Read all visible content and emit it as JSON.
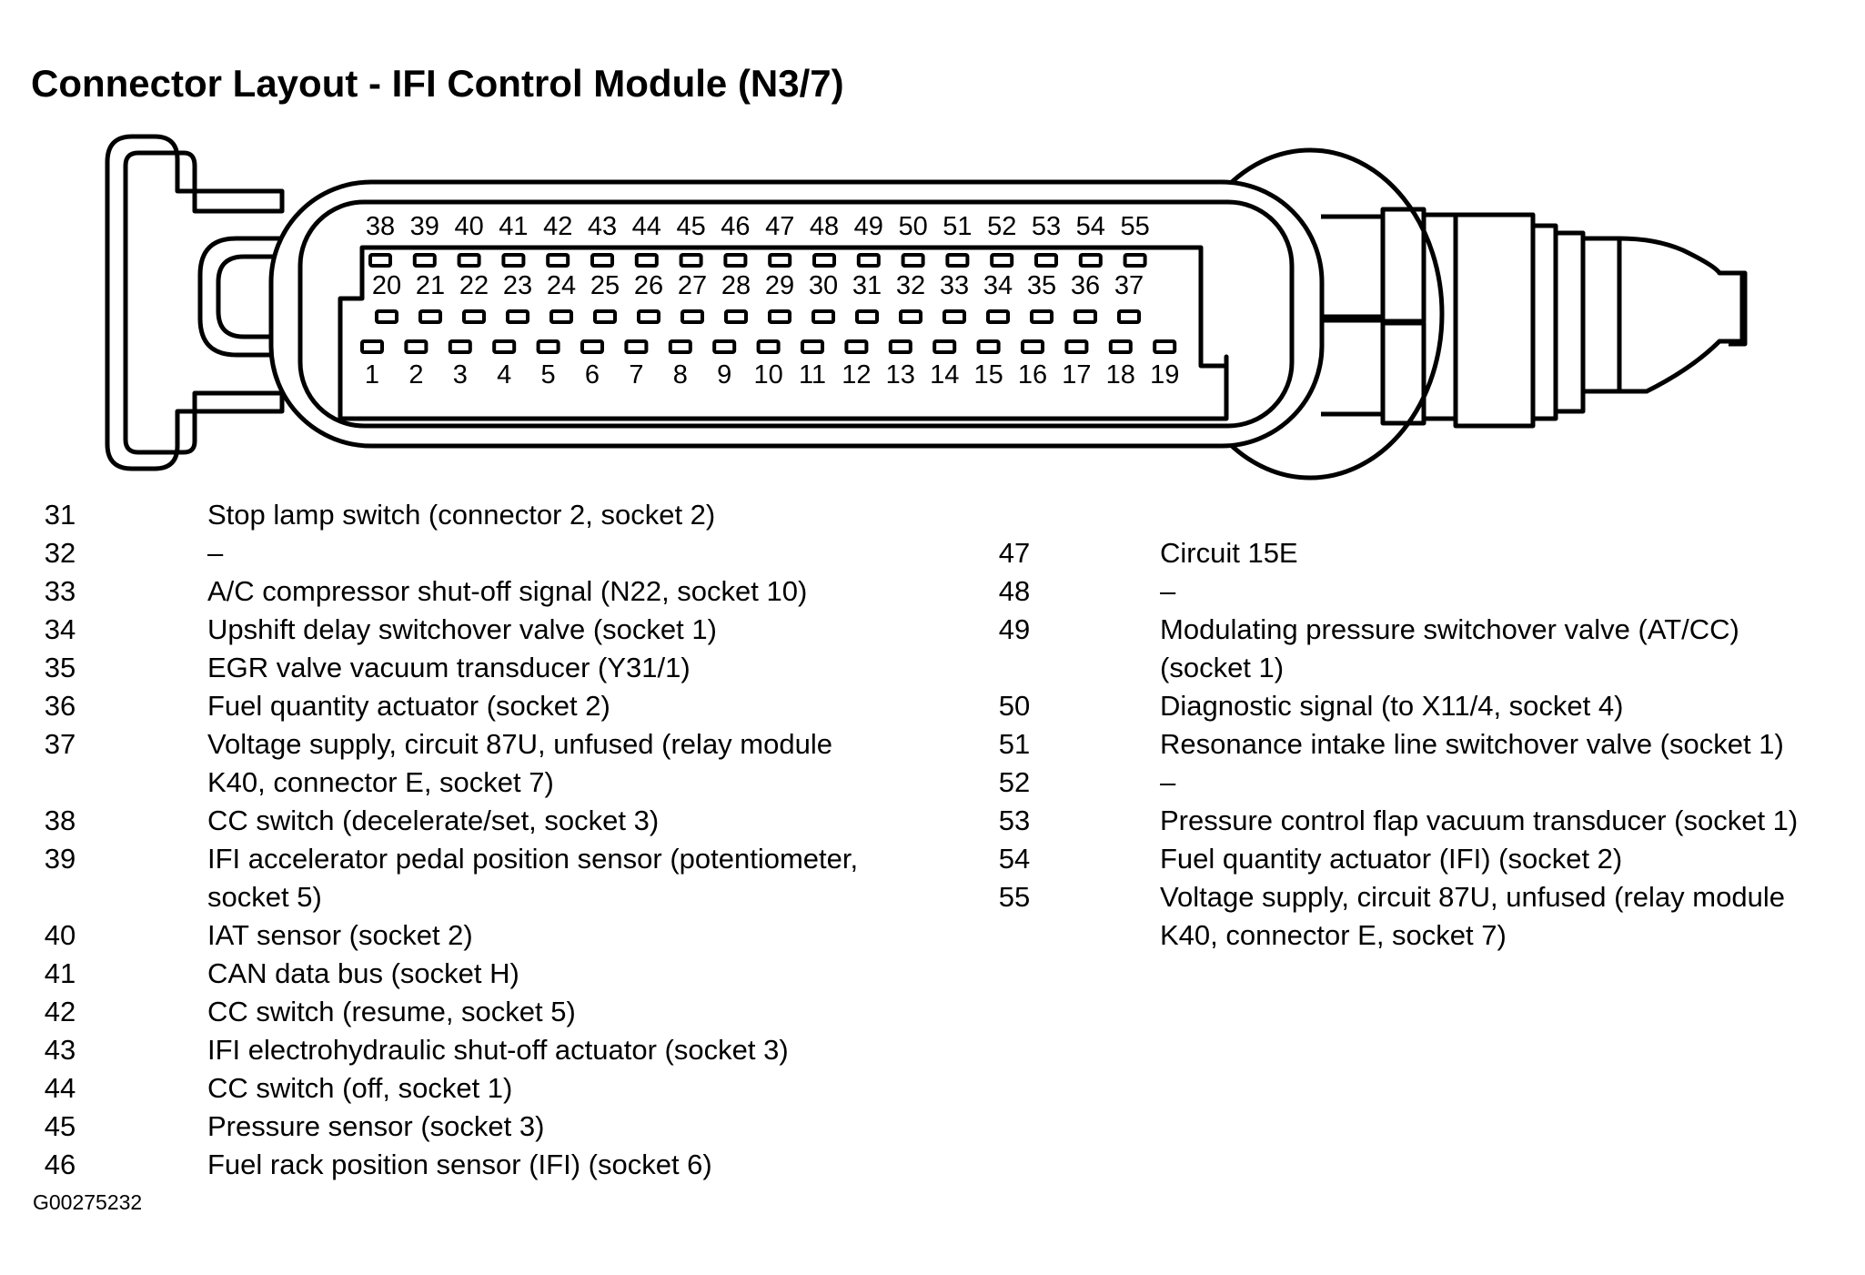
{
  "title": "Connector Layout - IFI Control Module (N3/7)",
  "connector": {
    "top_row": [
      "38",
      "39",
      "40",
      "41",
      "42",
      "43",
      "44",
      "45",
      "46",
      "47",
      "48",
      "49",
      "50",
      "51",
      "52",
      "53",
      "54",
      "55"
    ],
    "middle_row": [
      "20",
      "21",
      "22",
      "23",
      "24",
      "25",
      "26",
      "27",
      "28",
      "29",
      "30",
      "31",
      "32",
      "33",
      "34",
      "35",
      "36",
      "37"
    ],
    "bottom_row": [
      "1",
      "2",
      "3",
      "4",
      "5",
      "6",
      "7",
      "8",
      "9",
      "10",
      "11",
      "12",
      "13",
      "14",
      "15",
      "16",
      "17",
      "18",
      "19"
    ]
  },
  "legend_left": [
    {
      "pin": "31",
      "desc": "Stop lamp switch (connector 2, socket 2)"
    },
    {
      "pin": "32",
      "desc": "–"
    },
    {
      "pin": "33",
      "desc": "A/C compressor shut-off signal (N22, socket 10)"
    },
    {
      "pin": "34",
      "desc": "Upshift delay switchover valve (socket 1)"
    },
    {
      "pin": "35",
      "desc": "EGR valve vacuum transducer (Y31/1)"
    },
    {
      "pin": "36",
      "desc": "Fuel quantity actuator (socket 2)"
    },
    {
      "pin": "37",
      "desc": "Voltage supply, circuit 87U, unfused (relay module\nK40, connector E, socket 7)"
    },
    {
      "pin": "38",
      "desc": "CC switch (decelerate/set, socket 3)"
    },
    {
      "pin": "39",
      "desc": "IFI accelerator pedal position sensor (potentiometer,\nsocket 5)"
    },
    {
      "pin": "40",
      "desc": "IAT sensor (socket 2)"
    },
    {
      "pin": "41",
      "desc": "CAN data bus (socket H)"
    },
    {
      "pin": "42",
      "desc": "CC switch (resume, socket 5)"
    },
    {
      "pin": "43",
      "desc": "IFI electrohydraulic shut-off actuator (socket 3)"
    },
    {
      "pin": "44",
      "desc": "CC switch (off, socket 1)"
    },
    {
      "pin": "45",
      "desc": "Pressure sensor (socket 3)"
    },
    {
      "pin": "46",
      "desc": "Fuel rack position sensor (IFI) (socket 6)"
    }
  ],
  "legend_right": [
    {
      "pin": "47",
      "desc": "Circuit 15E"
    },
    {
      "pin": "48",
      "desc": "–"
    },
    {
      "pin": "49",
      "desc": "Modulating pressure switchover valve (AT/CC)\n(socket 1)"
    },
    {
      "pin": "50",
      "desc": "Diagnostic signal (to X11/4, socket 4)"
    },
    {
      "pin": "51",
      "desc": "Resonance intake line switchover valve (socket 1)"
    },
    {
      "pin": "52",
      "desc": "–"
    },
    {
      "pin": "53",
      "desc": "Pressure control flap vacuum transducer (socket 1)"
    },
    {
      "pin": "54",
      "desc": "Fuel quantity actuator (IFI) (socket 2)"
    },
    {
      "pin": "55",
      "desc": "Voltage supply, circuit 87U, unfused (relay module\nK40, connector E, socket 7)"
    }
  ],
  "figure_id": "G00275232"
}
